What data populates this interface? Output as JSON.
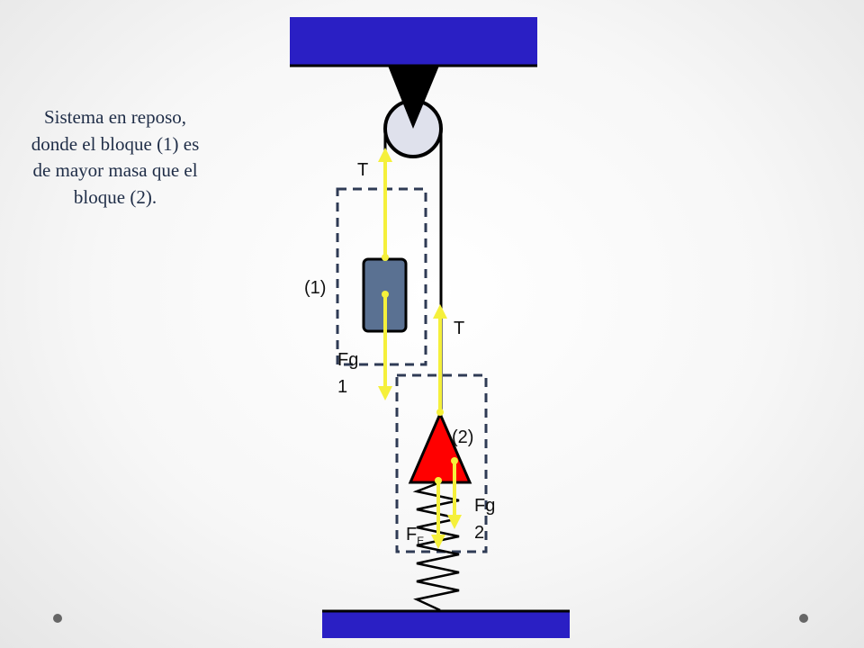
{
  "description": "Sistema en reposo, donde el bloque (1) es de mayor masa que el bloque (2).",
  "labels": {
    "tension_top": "T",
    "tension_mid": "T",
    "block1": "(1)",
    "block2": "(2)",
    "fg1": "Fg1",
    "fg2": "Fg2",
    "fe_main": "F",
    "fe_sub": "E"
  },
  "colors": {
    "ceiling": "#2a1fc4",
    "floor": "#2a1fc4",
    "block1": "#5a7192",
    "block2": "#ff0000",
    "vector": "#f5f03b",
    "dashed_box": "#2f3b55"
  },
  "icons": {
    "prev": "nav-dot-left",
    "next": "nav-dot-right"
  }
}
